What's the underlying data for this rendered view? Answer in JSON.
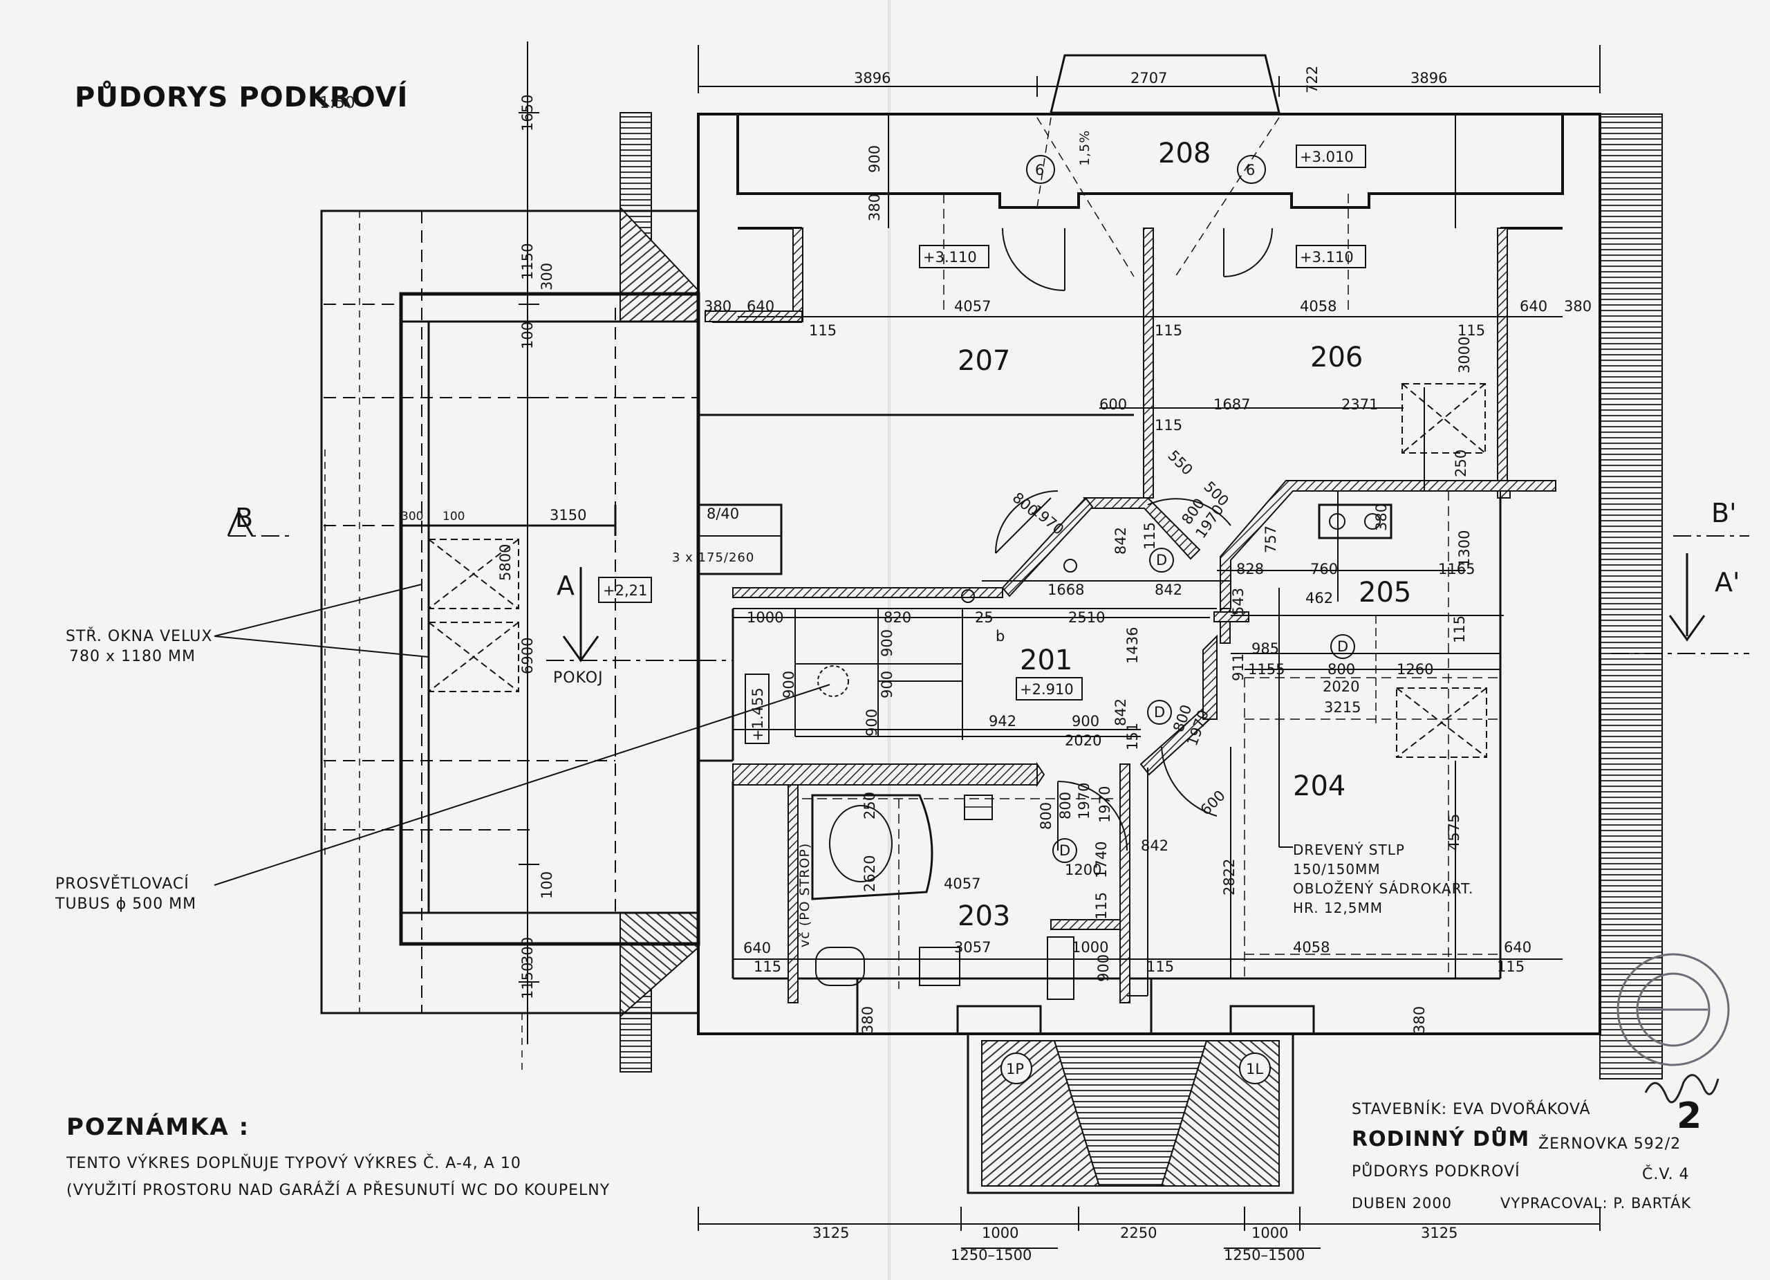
{
  "title": {
    "main": "PŮDORYS PODKROVÍ",
    "scale": "1:50"
  },
  "rooms": [
    "208",
    "207",
    "206",
    "201",
    "205",
    "204",
    "203"
  ],
  "levels": [
    "+3.010",
    "+3.110",
    "+3.110",
    "+2,21",
    "+2.910",
    "+1.455"
  ],
  "section_marks": {
    "b_left": "B",
    "b_right": "B'",
    "a_left": "A",
    "a_right": "A'"
  },
  "labels": {
    "pokoj": "POKOJ",
    "stair": "3 x 175/260",
    "vc_strop": "vč (PO STROP)",
    "velux_1": "STŘ. OKNA VELUX",
    "velux_2": "780 x 1180 MM",
    "tubus_1": "PROSVĚTLOVACÍ",
    "tubus_2": "TUBUS  ϕ 500 MM",
    "stlp_1": "DREVENÝ STLP",
    "stlp_2": "150/150MM",
    "stlp_3": "OBLOŽENÝ SÁDROKART.",
    "stlp_4": "HR. 12,5MM",
    "slope": "1,5%"
  },
  "door_tags": [
    "6",
    "6",
    "D",
    "D",
    "D",
    "D",
    "1P",
    "1L",
    "b"
  ],
  "dimensions": {
    "top": [
      "3896",
      "2707",
      "3896",
      "722"
    ],
    "left_vertical": [
      "1650",
      "900",
      "380",
      "1150",
      "300",
      "100",
      "5800",
      "6900",
      "100",
      "300",
      "1150"
    ],
    "plan": [
      "380",
      "640",
      "115",
      "4057",
      "4058",
      "640",
      "380",
      "115",
      "115",
      "115",
      "3000",
      "600",
      "1687",
      "2371",
      "115",
      "550",
      "500",
      "250",
      "1300",
      "800",
      "1970",
      "800",
      "1970",
      "842",
      "757",
      "380",
      "1668",
      "842",
      "828",
      "760",
      "1165",
      "8/40",
      "3150",
      "300",
      "100",
      "1000",
      "820",
      "25",
      "2510",
      "543",
      "462",
      "1436",
      "911",
      "985",
      "1155",
      "800",
      "1260",
      "2020",
      "3215",
      "900",
      "900",
      "900",
      "900",
      "942",
      "900",
      "2020",
      "842",
      "151",
      "800",
      "1970",
      "600",
      "800",
      "1970",
      "250",
      "2620",
      "800",
      "1970",
      "1740",
      "1200",
      "842",
      "4057",
      "115",
      "2822",
      "4575",
      "115",
      "640",
      "3057",
      "1000",
      "115",
      "4058",
      "640",
      "115",
      "115",
      "900",
      "380",
      "380"
    ],
    "bottom": [
      "3125",
      "1000",
      "2250",
      "1000",
      "3125",
      "1250–1500",
      "1250–1500"
    ]
  },
  "note": {
    "heading": "POZNÁMKA :",
    "line1": "TENTO VÝKRES DOPLŇUJE TYPOVÝ VÝKRES Č. A-4, A 10",
    "line2": "(VYUŽITÍ PROSTORU NAD GARÁŽÍ A PŘESUNUTÍ WC DO KOUPELNY"
  },
  "title_block": {
    "investor": "STAVEBNÍK: EVA DVOŘÁKOVÁ",
    "project": "RODINNÝ DŮM",
    "address": "ŽERNOVKA 592/2",
    "sheet_name": "PŮDORYS PODKROVÍ",
    "drawing_no": "Č.V. 4",
    "date": "DUBEN 2000",
    "author": "VYPRACOVAL: P. BARTÁK",
    "page_number": "2"
  }
}
